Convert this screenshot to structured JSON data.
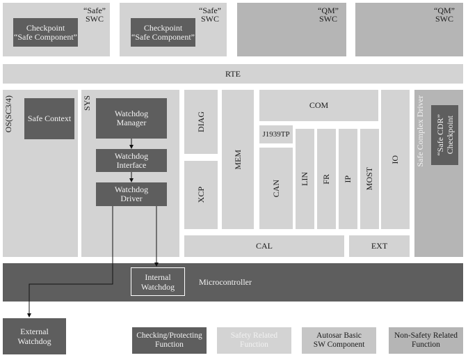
{
  "swc": {
    "swc1": {
      "top": "“Safe”",
      "bottom": "SWC",
      "inner_line1": "Checkpoint",
      "inner_line2": "“Safe Component”"
    },
    "swc2": {
      "top": "“Safe”",
      "bottom": "SWC",
      "inner_line1": "Checkpoint",
      "inner_line2": "“Safe Component”"
    },
    "swc3": {
      "top": "“QM”",
      "bottom": "SWC"
    },
    "swc4": {
      "top": "“QM”",
      "bottom": "SWC"
    }
  },
  "rte": "RTE",
  "os": {
    "label": "OS(SC3/4)",
    "safe_context": "Safe Context"
  },
  "sys": {
    "label": "SYS",
    "watchdog_manager": [
      "Watchdog",
      "Manager"
    ],
    "watchdog_interface": [
      "Watchdog",
      "Interface"
    ],
    "watchdog_driver": [
      "Watchdog",
      "Driver"
    ]
  },
  "bsw": {
    "diag": "DIAG",
    "xcp": "XCP",
    "mem": "MEM",
    "com": "COM",
    "j1939tp": "J1939TP",
    "can": "CAN",
    "lin": "LIN",
    "fr": "FR",
    "ip": "IP",
    "most": "MOST",
    "io": "IO",
    "cal": "CAL",
    "ext": "EXT"
  },
  "cdr": {
    "label": "Safe Complex Driver",
    "checkpoint": "Checkpoint",
    "safe_cdr": "“Safe CDR”"
  },
  "micro": {
    "label": "Microcontroller",
    "internal_watchdog": [
      "Internal",
      "Watchdog"
    ]
  },
  "external_watchdog": [
    "External",
    "Watchdog"
  ],
  "legend": {
    "checking": [
      "Checking/Protecting",
      "Function"
    ],
    "safety": [
      "Safety Related",
      "Function"
    ],
    "autosar": [
      "Autosar Basic",
      "SW Component"
    ],
    "nonsafety": [
      "Non-Safety Related",
      "Function"
    ]
  },
  "colors": {
    "light": "#d3d3d3",
    "medium": "#b5b5b5",
    "dark": "#5e5e5e"
  }
}
